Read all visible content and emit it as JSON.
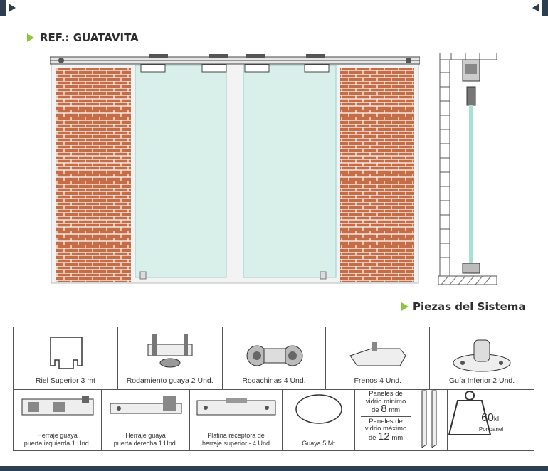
{
  "header": {
    "title": "REF.: GUATAVITA",
    "subtitle": "Piezas del Sistema"
  },
  "colors": {
    "accent": "#8cc63f",
    "nav": "#2c3e4f",
    "brick": "#c56d46",
    "mortar": "#ffffff",
    "glass": "#d9f0ea"
  },
  "icons": {
    "prev": "play-arrow-icon",
    "next": "play-arrow-left-icon"
  },
  "parts": {
    "row1": [
      {
        "label": "Riel Superior 3 mt"
      },
      {
        "label": "Rodamiento guaya 2 Und."
      },
      {
        "label": "Rodachinas 4 Und."
      },
      {
        "label": "Frenos 4 Und."
      },
      {
        "label": "Guía Inferior 2 Und."
      }
    ],
    "row2": [
      {
        "line1": "Herraje guaya",
        "line2": "puerta izquierda 1 Und."
      },
      {
        "line1": "Herraje guaya",
        "line2": "puerta derecha 1 Und."
      },
      {
        "line1": "Platina receptora de",
        "line2": "herraje superior  - 4 Und"
      },
      {
        "label": "Guaya 5 Mt"
      }
    ],
    "glass": {
      "min_l1": "Paneles de",
      "min_l2": "vidrio mínimo",
      "min_de": "de",
      "min_num": "8",
      "min_unit": "mm",
      "max_l1": "Paneles de",
      "max_l2": "vidrio máximo",
      "max_de": "de",
      "max_num": "12",
      "max_unit": "mm"
    },
    "weight": {
      "value": "60",
      "unit": "kl.",
      "note": "Por panel"
    }
  }
}
